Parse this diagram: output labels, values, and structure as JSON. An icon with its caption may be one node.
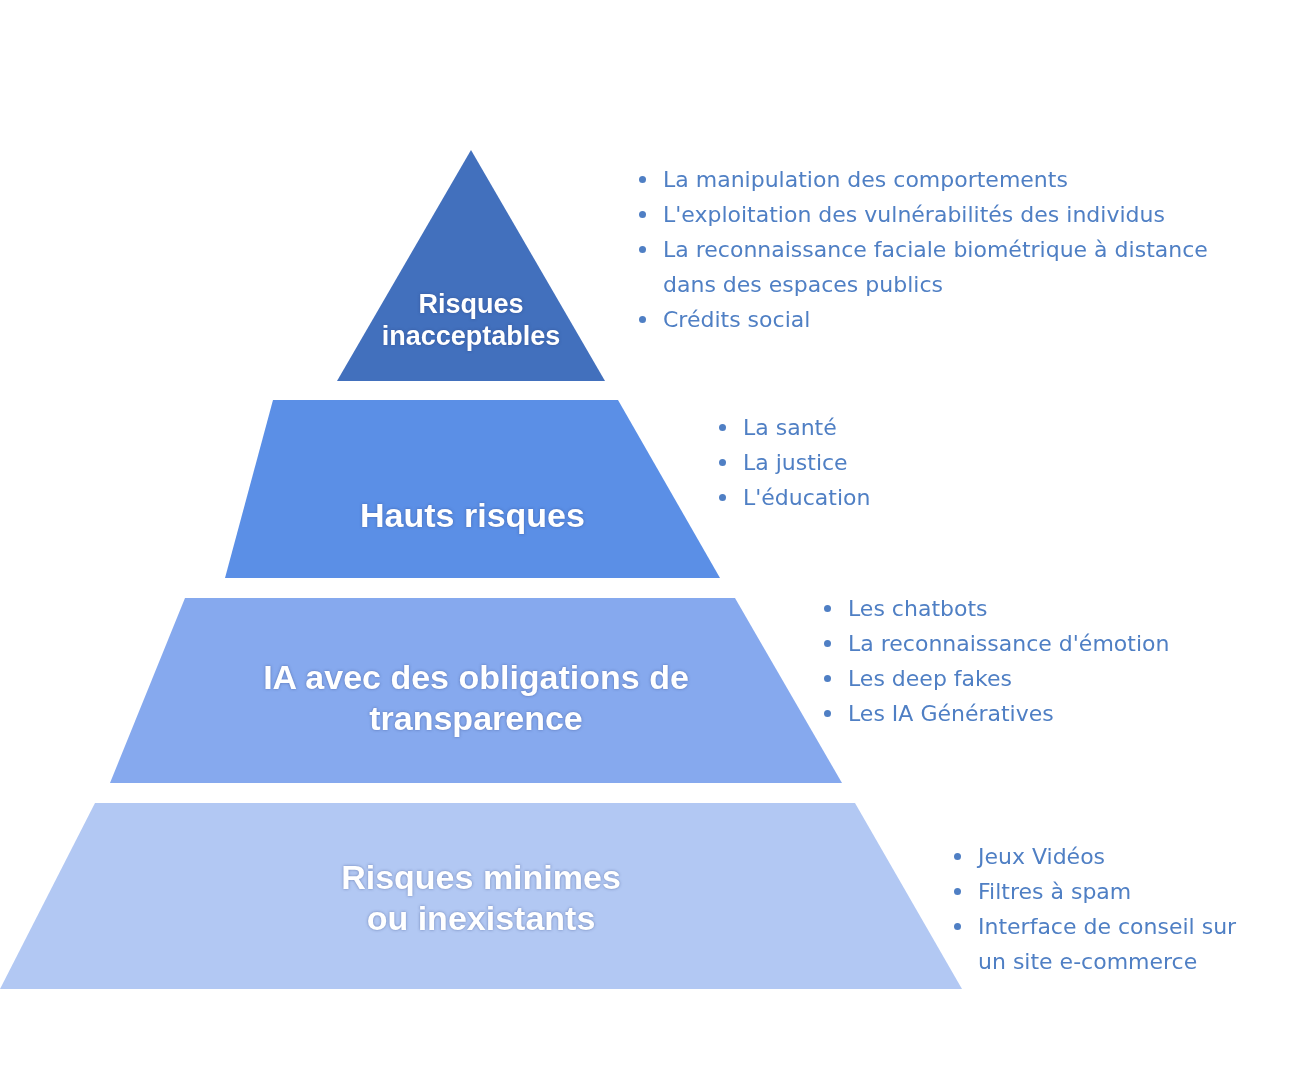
{
  "diagram": {
    "nodes": [
      {
        "text": [
          "Risques inacceptables"
        ],
        "beside": [
          "La manipulation des comportements",
          "L'exploitation des vulnérabilités des individus",
          "La reconnaissance faciale biométrique à distance dans des espaces publics",
          "Crédits social"
        ]
      },
      {
        "text": [
          "Hauts risques"
        ],
        "beside": [
          "La santé",
          "La justice",
          "L'éducation"
        ]
      },
      {
        "text": [
          "IA avec des obligations de transparence"
        ],
        "beside": [
          "Les chatbots",
          "La reconnaissance d'émotion",
          "Les deep fakes",
          "Les IA Génératives"
        ]
      },
      {
        "text": [
          "Risques minimes ou inexistants"
        ],
        "beside": [
          "Jeux Vidéos",
          "Filtres à spam",
          "Interface de conseil sur un site e-commerce"
        ]
      }
    ]
  }
}
